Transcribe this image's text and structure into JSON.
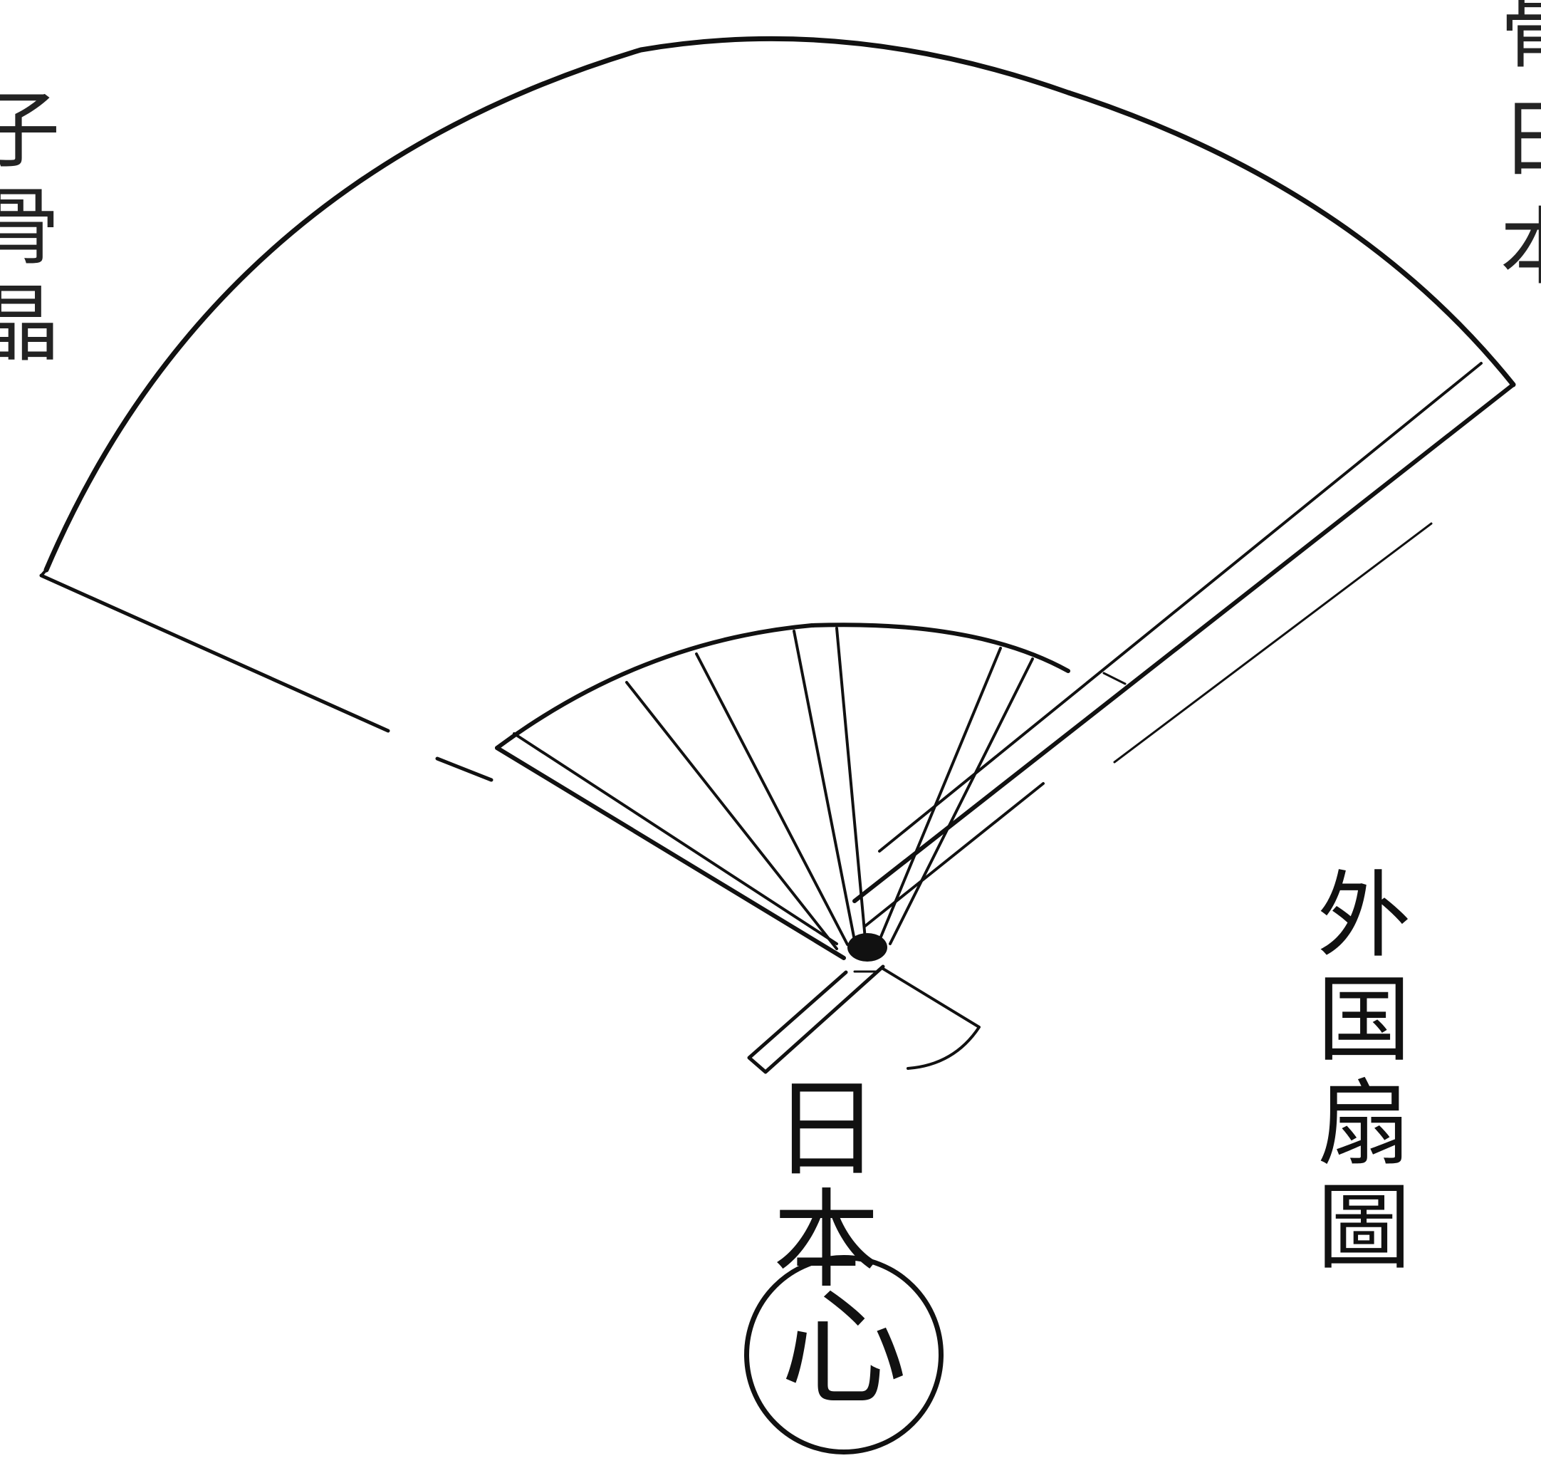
{
  "left_edge_text": "子骨晶",
  "right_edge_text": "骨日本",
  "side_label": "外国扇圖",
  "center_label": "日本",
  "circle_char": "心",
  "ink_color": "#111111"
}
